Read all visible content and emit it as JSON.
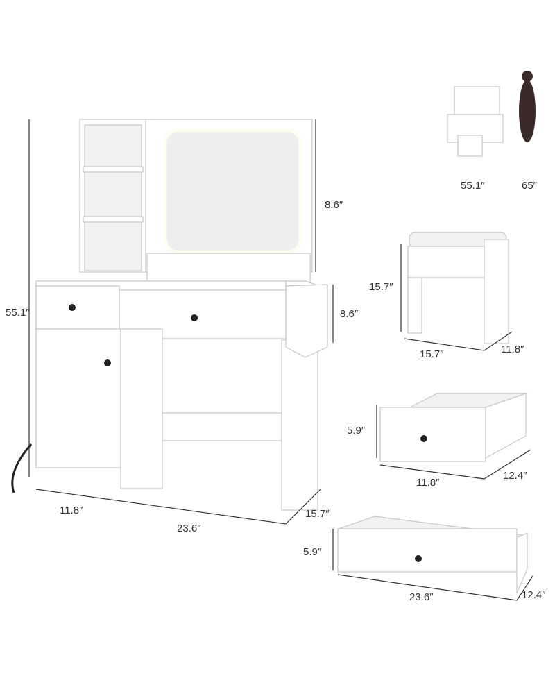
{
  "vanity": {
    "total_height": "55.1″",
    "mirror_height": "8.6″",
    "drawer_height": "8.6″",
    "cabinet_width": "11.8″",
    "desk_width": "23.6″",
    "depth": "15.7″"
  },
  "size_comparison": {
    "vanity_height": "55.1″",
    "person_height": "65″"
  },
  "stool": {
    "height": "15.7″",
    "width": "15.7″",
    "depth": "11.8″"
  },
  "small_drawer": {
    "height": "5.9″",
    "width": "11.8″",
    "depth": "12.4″"
  },
  "large_drawer": {
    "height": "5.9″",
    "width": "23.6″",
    "depth": "12.4″"
  },
  "colors": {
    "furniture": "#ffffff",
    "outline": "#c8c8c8",
    "knob": "#222222",
    "silhouette": "#3a2a28"
  }
}
